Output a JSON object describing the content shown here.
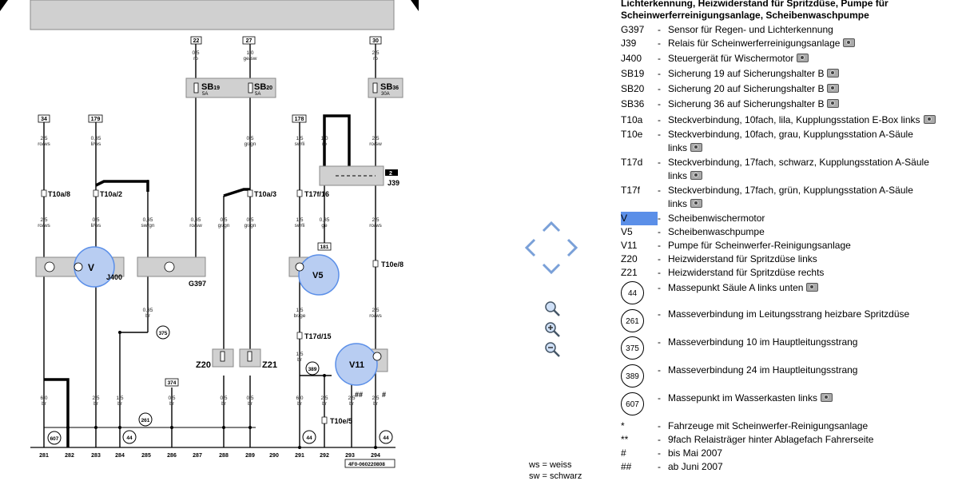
{
  "legend": {
    "title_lines": [
      "Lichterkennung, Heizwiderstand für Spritzdüse, Pumpe für",
      "Scheinwerferreinigungsanlage, Scheibenwaschpumpe"
    ],
    "items": [
      {
        "code": "G397",
        "desc": "Sensor für Regen- und Lichterkennung"
      },
      {
        "code": "J39",
        "desc": "Relais für Scheinwerferreinigungsanlage",
        "camera": true
      },
      {
        "code": "J400",
        "desc": "Steuergerät für Wischermotor",
        "camera": true
      },
      {
        "code": "SB19",
        "desc": "Sicherung 19 auf Sicherungshalter B",
        "camera": true
      },
      {
        "code": "SB20",
        "desc": "Sicherung 20 auf Sicherungshalter B",
        "camera": true
      },
      {
        "code": "SB36",
        "desc": "Sicherung 36 auf Sicherungshalter B",
        "camera": true
      },
      {
        "code": "T10a",
        "desc": "Steckverbindung, 10fach, lila, Kupplungsstation E-Box links",
        "camera": true
      },
      {
        "code": "T10e",
        "desc": "Steckverbindung, 10fach, grau, Kupplungsstation A-Säule",
        "desc2": "links",
        "camera": true
      },
      {
        "code": "T17d",
        "desc": "Steckverbindung, 17fach, schwarz, Kupplungsstation A-Säule",
        "desc2": "links",
        "camera": true
      },
      {
        "code": "T17f",
        "desc": "Steckverbindung, 17fach, grün, Kupplungsstation A-Säule",
        "desc2": "links",
        "camera": true
      },
      {
        "code": "V",
        "desc": "Scheibenwischermotor",
        "highlight": true
      },
      {
        "code": "V5",
        "desc": "Scheibenwaschpumpe"
      },
      {
        "code": "V11",
        "desc": "Pumpe für Scheinwerfer-Reinigungsanlage"
      },
      {
        "code": "Z20",
        "desc": "Heizwiderstand für Spritzdüse links"
      },
      {
        "code": "Z21",
        "desc": "Heizwiderstand für Spritzdüse rechts"
      }
    ],
    "ground_points": [
      {
        "code": "44",
        "desc": "Massepunkt Säule A links unten",
        "camera": true
      },
      {
        "code": "261",
        "desc": "Masseverbindung im Leitungsstrang heizbare Spritzdüse"
      },
      {
        "code": "375",
        "desc": "Masseverbindung 10 im Hauptleitungsstrang"
      },
      {
        "code": "389",
        "desc": "Masseverbindung 24 im Hauptleitungsstrang"
      },
      {
        "code": "607",
        "desc": "Massepunkt im Wasserkasten links",
        "camera": true
      }
    ],
    "notes": [
      {
        "code": "*",
        "desc": "Fahrzeuge mit Scheinwerfer-Reinigungsanlage"
      },
      {
        "code": "**",
        "desc": "9fach Relaisträger hinter Ablagefach Fahrerseite"
      },
      {
        "code": "#",
        "desc": "bis Mai 2007"
      },
      {
        "code": "##",
        "desc": "ab Juni 2007"
      }
    ]
  },
  "abbreviations": [
    {
      "text": "ws  =  weiss"
    },
    {
      "text": "sw  =  schwarz"
    }
  ],
  "diagram": {
    "doc_number": "4F0-060220808",
    "column_numbers": [
      "281",
      "282",
      "283",
      "284",
      "285",
      "286",
      "287",
      "288",
      "289",
      "290",
      "291",
      "292",
      "293",
      "294"
    ],
    "top_refs": [
      "22",
      "27",
      "30"
    ],
    "wire_refs": [
      "34",
      "179",
      "178"
    ],
    "fuses": [
      {
        "name": "SB",
        "sub": "19",
        "amp": "5A"
      },
      {
        "name": "SB",
        "sub": "20",
        "amp": "5A"
      },
      {
        "name": "SB",
        "sub": "36",
        "amp": "30A"
      }
    ],
    "components": [
      "V",
      "J400",
      "G397",
      "V5",
      "V11",
      "J39",
      "Z20",
      "Z21"
    ],
    "connectors": [
      "T10a/8",
      "T10a/2",
      "T10a/3",
      "T17f/16",
      "T10e/8",
      "T17d/15",
      "T10e/5"
    ],
    "ground_refs": [
      "375",
      "261",
      "607",
      "44",
      "44",
      "374",
      "389",
      "44",
      "181"
    ],
    "relay_badge": "2"
  },
  "nav": {
    "icons": [
      "arrow-up-icon",
      "arrow-left-icon",
      "arrow-right-icon",
      "arrow-down-icon",
      "zoom-reset-icon",
      "zoom-in-icon",
      "zoom-out-icon"
    ]
  },
  "colors": {
    "highlight": "#5b8fe8",
    "component_fill": "#b8cdf2",
    "box_fill": "#d0d0d0"
  }
}
